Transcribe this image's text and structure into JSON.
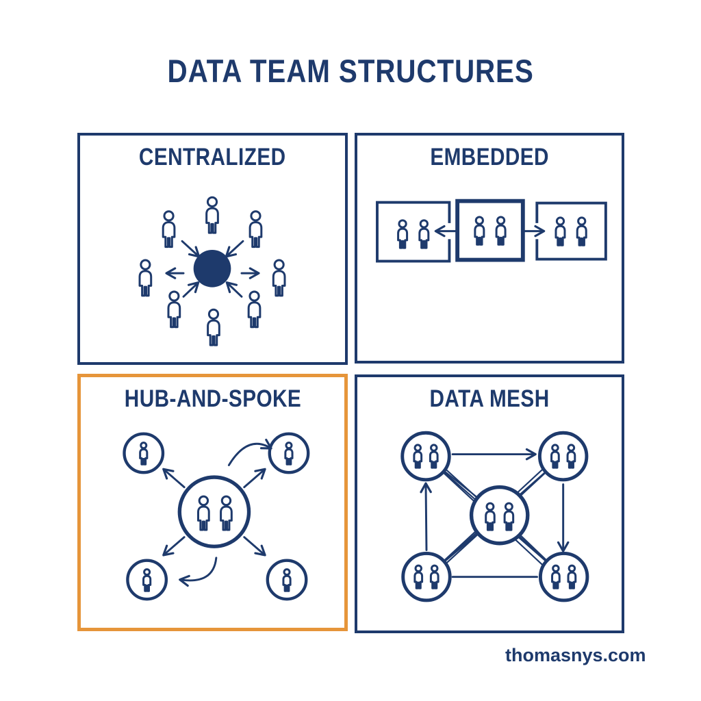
{
  "title": "DATA TEAM STRUCTURES",
  "watermark": "thomasnys.com",
  "colors": {
    "ink_navy": "#1e3a6c",
    "accent_orange": "#e6953a",
    "background": "#ffffff"
  },
  "panels": [
    {
      "id": "centralized",
      "label": "CENTRALIZED",
      "border_color": "#1e3a6c",
      "people_count": 8,
      "center_symbol": "filled-navy-dot",
      "arrows": "diagonal arrows point inward to the dot, horizontal arrows point outward to left and right people"
    },
    {
      "id": "embedded",
      "label": "EMBEDDED",
      "border_color": "#1e3a6c",
      "team_boxes": 3,
      "people_per_box": 2,
      "arrows": "center box points left to left box and right to right box"
    },
    {
      "id": "hub-and-spoke",
      "label": "HUB-AND-SPOKE",
      "border_color": "#e6953a",
      "hub_people": 2,
      "spoke_nodes": 4,
      "people_per_spoke": 1,
      "arrows": "four straight arrows from hub to corner nodes plus two curved arrows"
    },
    {
      "id": "data-mesh",
      "label": "DATA MESH",
      "border_color": "#1e3a6c",
      "nodes": 5,
      "people_per_node": 2,
      "arrows": "top edge arrow right, left edge arrow up, right edge arrow down, bottom plain line, full cross-mesh of connecting lines"
    }
  ],
  "icons": {
    "person-icon": "outlined standing human figure",
    "hub-dot-icon": "solid navy filled circle",
    "arrow-icon": "open V-head arrow line",
    "team-box-icon": "rectangle containing two people",
    "node-circle-icon": "circle containing one or two people"
  }
}
